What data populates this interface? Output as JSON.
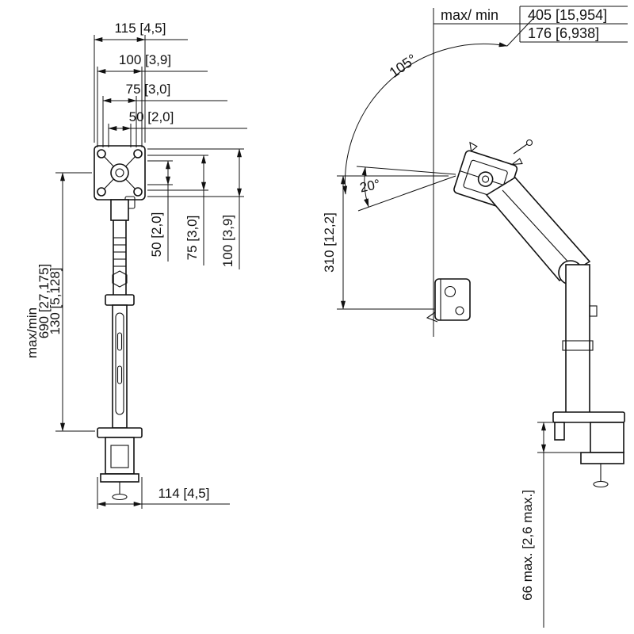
{
  "front_view": {
    "width_dims": {
      "d115": "115 [4,5]",
      "d100": "100 [3,9]",
      "d75": "75 [3,0]",
      "d50": "50 [2,0]"
    },
    "height_dims": {
      "d50": "50 [2,0]",
      "d75": "75 [3,0]",
      "d100": "100 [3,9]"
    },
    "pole_height": {
      "label": "max/min",
      "max": "690 [27,175]",
      "min": "130 [5,128]"
    },
    "base_width": "114 [4,5]"
  },
  "side_view": {
    "reach": {
      "label": "max/ min",
      "max": "405 [15,954]",
      "min": "176 [6,938]"
    },
    "angles": {
      "swivel": "105°",
      "tilt": "20°"
    },
    "arm_length": "310 [12,2]",
    "clamp_range": "66 max. [2,6 max.]"
  }
}
